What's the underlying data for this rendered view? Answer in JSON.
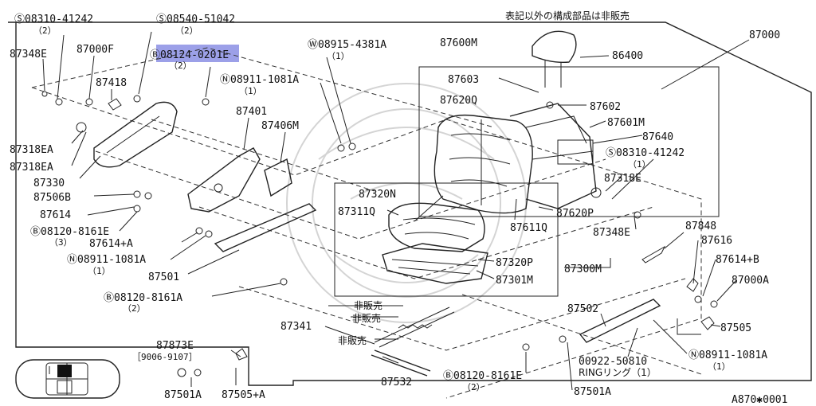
{
  "notice": "表記以外の構成部品は非販売",
  "catalog_code": "A870✱0001",
  "labels": {
    "s_08310_41242_a": "Ⓢ08310-41242",
    "s_08310_41242_a_qty": "（2）",
    "s_08540_51042": "Ⓢ08540-51042",
    "s_08540_51042_qty": "（2）",
    "b_08124_0201e": "Ⓑ08124-0201E",
    "b_08124_0201e_qty": "（2）",
    "w_08915_4381a": "Ⓦ08915-4381A",
    "w_08915_4381a_qty": "（1）",
    "n_08911_1081a_a": "Ⓝ08911-1081A",
    "n_08911_1081a_a_qty": "（1）",
    "p87348e_a": "87348E",
    "p87000f": "87000F",
    "p87418": "87418",
    "p87401": "87401",
    "p87406m": "87406M",
    "p87318ea_a": "87318EA",
    "p87318ea_b": "87318EA",
    "p87330": "87330",
    "p87506b": "87506B",
    "p87614": "87614",
    "b_08120_8161e_a": "Ⓑ08120-8161E",
    "b_08120_8161e_a_qty": "（3）",
    "p87614a_a": "87614+A",
    "n_08911_1081a_b": "Ⓝ08911-1081A",
    "n_08911_1081a_b_qty": "（1）",
    "p87501": "87501",
    "b_08120_8161a": "Ⓑ08120-8161A",
    "b_08120_8161a_qty": "（2）",
    "p87341": "87341",
    "p87873e": "87873E",
    "p87873e_range": "［9006-9107］",
    "p87501a_a": "87501A",
    "p87505a": "87505+A",
    "p87532": "87532",
    "b_08120_8161e_b": "Ⓑ08120-8161E",
    "b_08120_8161e_b_qty": "（2）",
    "p87501a_b": "87501A",
    "p87600m": "87600M",
    "p86400": "86400",
    "p87000": "87000",
    "p87603": "87603",
    "p87620q": "87620Q",
    "p87602": "87602",
    "p87601m": "87601M",
    "p87640": "87640",
    "s_08310_41242_b": "Ⓢ08310-41242",
    "s_08310_41242_b_qty": "（1）",
    "p87318e": "87318E",
    "p87620p": "87620P",
    "p87611q": "87611Q",
    "p87348e_b": "87348E",
    "p87320n": "87320N",
    "p87311q": "87311Q",
    "p87320p": "87320P",
    "p87301m": "87301M",
    "p87300m": "87300M",
    "p87848": "87848",
    "p87616": "87616",
    "p87614b": "87614+B",
    "p87000a": "87000A",
    "p87502": "87502",
    "p87505": "87505",
    "p00922_50810": "00922-50810",
    "ring_note": "RINGリング（1）",
    "n_08911_1081a_c": "Ⓝ08911-1081A",
    "n_08911_1081a_c_qty": "（1）",
    "hihanbai_1": "非販売",
    "hihanbai_2": "非販売",
    "hihanbai_3": "非販売"
  }
}
